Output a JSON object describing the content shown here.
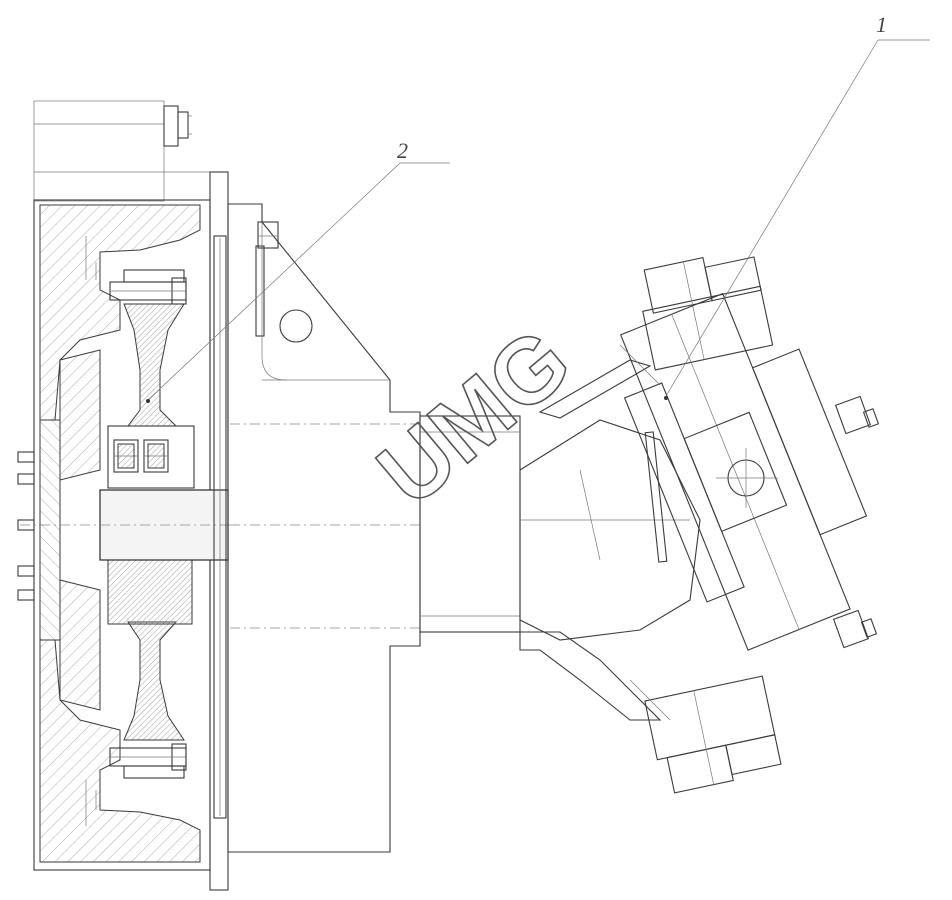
{
  "callouts": [
    {
      "id": "1",
      "label": "1"
    },
    {
      "id": "2",
      "label": "2"
    }
  ],
  "watermark": "UMG",
  "colors": {
    "line": "#3a3a3a",
    "background": "#ffffff",
    "watermark_stroke": "#555555"
  }
}
